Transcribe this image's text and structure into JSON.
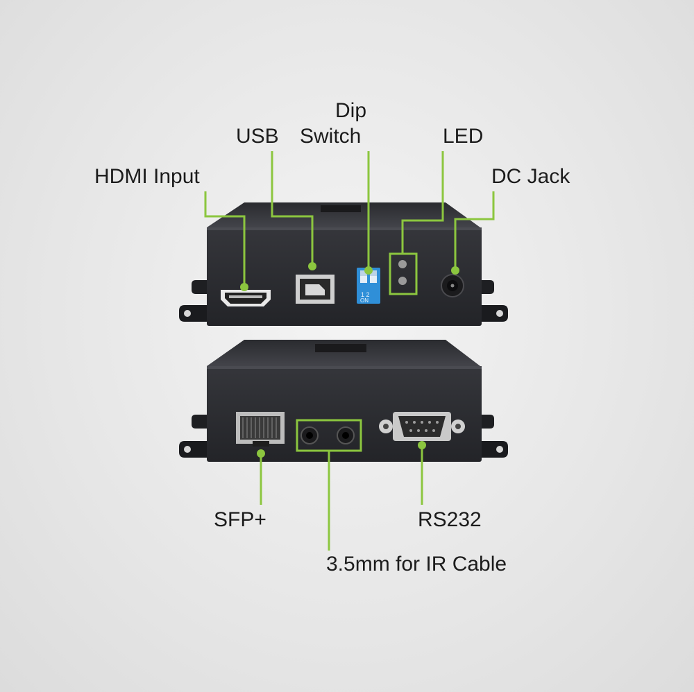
{
  "labels": {
    "hdmi_input": "HDMI Input",
    "usb": "USB",
    "dip_line1": "Dip",
    "dip_line2": "Switch",
    "led": "LED",
    "dc_jack": "DC Jack",
    "sfp": "SFP+",
    "rs232": "RS232",
    "ir_cable": "3.5mm for IR Cable"
  },
  "dip_switch": {
    "numbers": "1  2",
    "on_text": "ON"
  },
  "colors": {
    "accent": "#8cc63f",
    "device_body": "#2e2f33",
    "device_top": "#3a3b40",
    "dip_blue": "#2f8fd8",
    "text": "#1c1c1c"
  }
}
